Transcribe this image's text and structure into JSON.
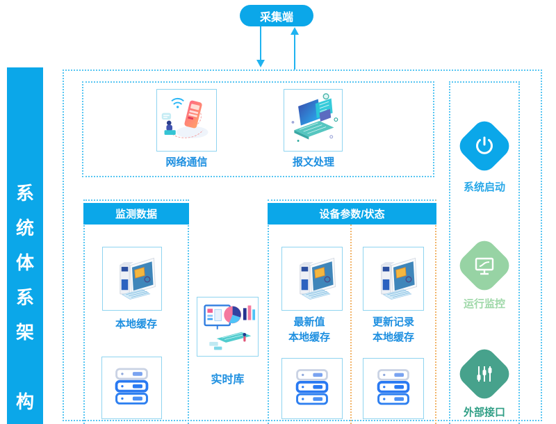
{
  "title": "系统体系架构",
  "colors": {
    "primary_blue": "#0ba7e9",
    "dotted_border_blue": "#55c5f2",
    "dotted_border_orange": "#f2b469",
    "label_blue": "#1d8fe0",
    "icon_start_blue": "#0ba7e9",
    "icon_run_green": "#97d3a4",
    "icon_ext_teal": "#47a28c",
    "run_label_green": "#9ed8a8",
    "ext_label_teal": "#2f9e85",
    "arrow_blue": "#1fb3f0"
  },
  "sidebar": {
    "chars": [
      "系",
      "统",
      "体",
      "系",
      "架",
      "构"
    ]
  },
  "collector": {
    "label": "采集端"
  },
  "modules": {
    "network": {
      "label": "网络通信",
      "icon": "phone-wifi-illustration"
    },
    "message": {
      "label": "报文处理",
      "icon": "laptop-documents-illustration"
    }
  },
  "monitor": {
    "header": "监测数据",
    "cache_label": "本地缓存",
    "icons": [
      "workstation-illustration",
      "server-stack-icon"
    ]
  },
  "realtime": {
    "label": "实时库",
    "icon": "dashboard-charts-illustration"
  },
  "device": {
    "header": "设备参数/状态",
    "latest": {
      "line1": "最新值",
      "line2": "本地缓存",
      "icons": [
        "workstation-illustration",
        "server-stack-icon"
      ]
    },
    "record": {
      "line1": "更新记录",
      "line2": "本地缓存",
      "icons": [
        "workstation-illustration",
        "server-stack-icon"
      ]
    }
  },
  "panel": {
    "start": {
      "label": "系统启动",
      "icon": "power-icon"
    },
    "run": {
      "label": "运行监控",
      "icon": "monitor-curve-icon"
    },
    "ext": {
      "label": "外部接口",
      "icon": "sliders-icon"
    }
  }
}
